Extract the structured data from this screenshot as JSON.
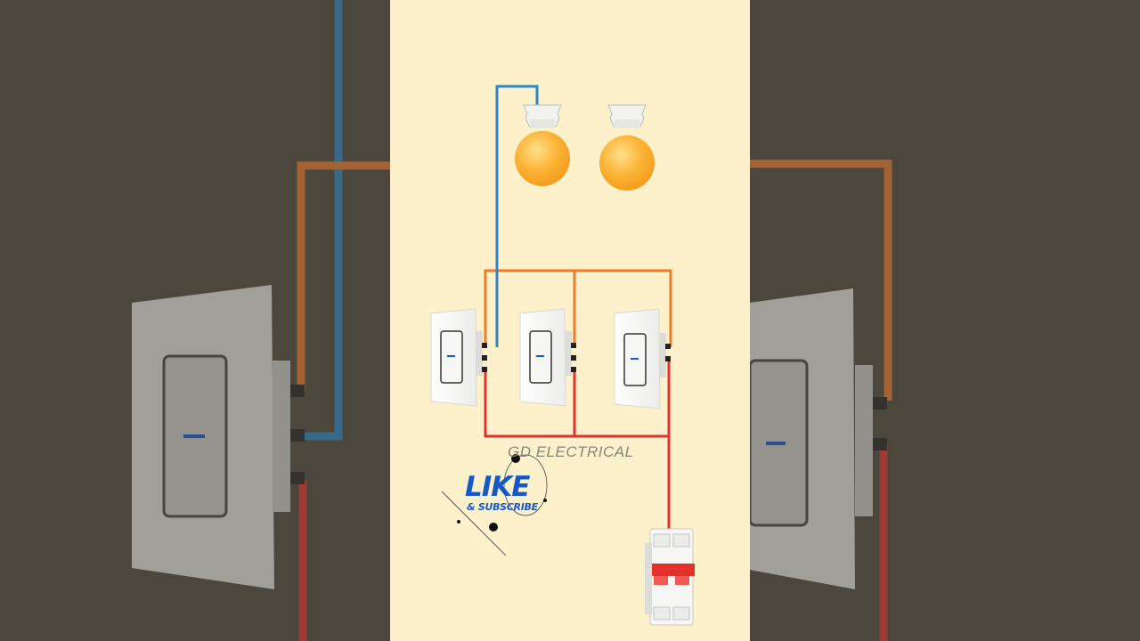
{
  "diagram": {
    "watermark": "GD ELECTRICAL",
    "cta": {
      "like": "LIKE",
      "subscribe": "& SUBSCRIBE"
    },
    "components": {
      "bulbs": 2,
      "switches": 3,
      "breaker": "double-pole MCB"
    },
    "wire_colors": {
      "phase": "#e0322d",
      "loop": "#ee7a2c",
      "lamp": "#2a86c6",
      "bulb": "#f8a825"
    },
    "icons": [
      "bulb-icon",
      "switch-icon",
      "circuit-breaker-icon"
    ]
  }
}
